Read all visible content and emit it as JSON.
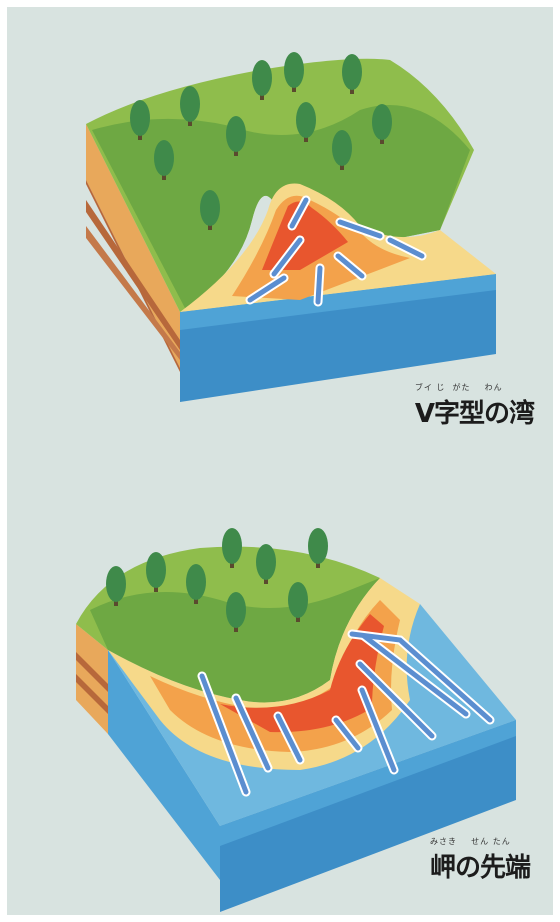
{
  "caption_v_bay": {
    "ruby": "ブイ じ  がた    わん",
    "text": "V字型の湾"
  },
  "caption_cape": {
    "ruby": "みさき    せん たん",
    "text": "岬の先端"
  },
  "colors": {
    "background": "#d8e3e0",
    "land_green": "#8fbd4c",
    "land_dark_green": "#6ea843",
    "soil_orange": "#e8a85b",
    "soil_brown": "#b7683b",
    "sea_blue": "#4fa3d6",
    "sea_side": "#3d8ec7",
    "beach_yellow": "#f6d98a",
    "wave_orange": "#f3a24b",
    "wave_red": "#e8562e",
    "arrow_blue": "#5b8ed0",
    "tree_green": "#3f8a4a"
  },
  "icons": [
    "tree-icon",
    "arrow-icon"
  ]
}
